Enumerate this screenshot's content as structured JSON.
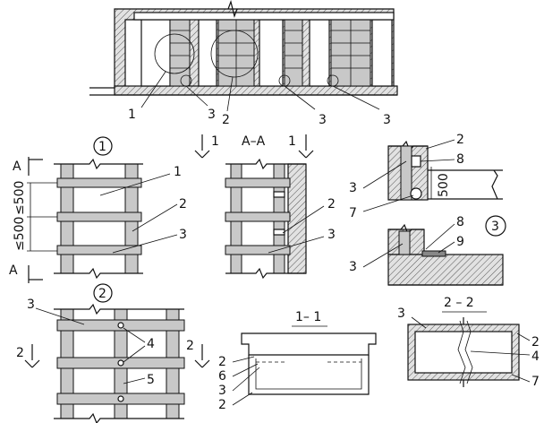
{
  "top_view": {
    "callouts": [
      "1",
      "3",
      "2",
      "3",
      "3"
    ]
  },
  "detail_1": {
    "marker": "1",
    "section_mark": "A",
    "dims": [
      "≤500",
      "≤500"
    ],
    "callouts": [
      "1",
      "2",
      "3"
    ]
  },
  "section_aa": {
    "title": "A–A",
    "cut_left": "1",
    "cut_right": "1",
    "callouts": [
      "2",
      "3"
    ]
  },
  "detail_3": {
    "marker": "3",
    "dim": "500",
    "callouts_top": [
      "2",
      "8",
      "3",
      "7"
    ],
    "callouts_bottom": [
      "8",
      "9",
      "3"
    ]
  },
  "detail_2": {
    "marker": "2",
    "cut_left": "2",
    "cut_right": "2",
    "callouts": [
      "3",
      "4",
      "5"
    ]
  },
  "section_11": {
    "title": "1– 1",
    "callouts": [
      "2",
      "6",
      "3",
      "2"
    ]
  },
  "section_22": {
    "title": "2 – 2",
    "callouts": [
      "3",
      "2",
      "4",
      "7"
    ]
  }
}
